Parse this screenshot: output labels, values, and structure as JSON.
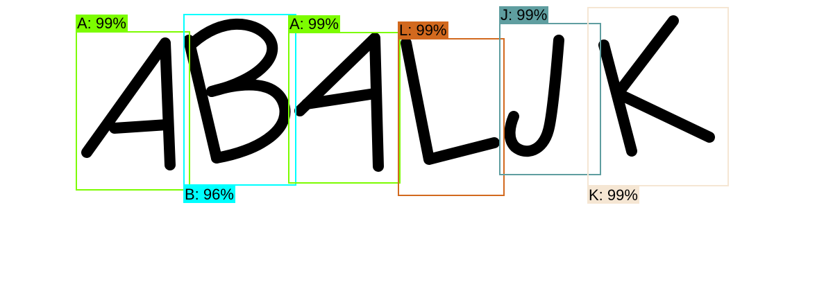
{
  "detections": [
    {
      "letter": "A",
      "label": "A: 99%",
      "confidence": 0.99,
      "color": "#7CFC00",
      "label_text_color": "#000000"
    },
    {
      "letter": "B",
      "label": "B: 96%",
      "confidence": 0.96,
      "color": "#00FFFF",
      "label_text_color": "#000000"
    },
    {
      "letter": "A",
      "label": "A: 99%",
      "confidence": 0.99,
      "color": "#7CFC00",
      "label_text_color": "#000000"
    },
    {
      "letter": "L",
      "label": "L: 99%",
      "confidence": 0.99,
      "color": "#D2691E",
      "label_text_color": "#000000"
    },
    {
      "letter": "J",
      "label": "J: 99%",
      "confidence": 0.99,
      "color": "#5F9EA0",
      "label_text_color": "#000000"
    },
    {
      "letter": "K",
      "label": "K: 99%",
      "confidence": 0.99,
      "color": "#F5E6D3",
      "label_text_color": "#000000"
    }
  ]
}
